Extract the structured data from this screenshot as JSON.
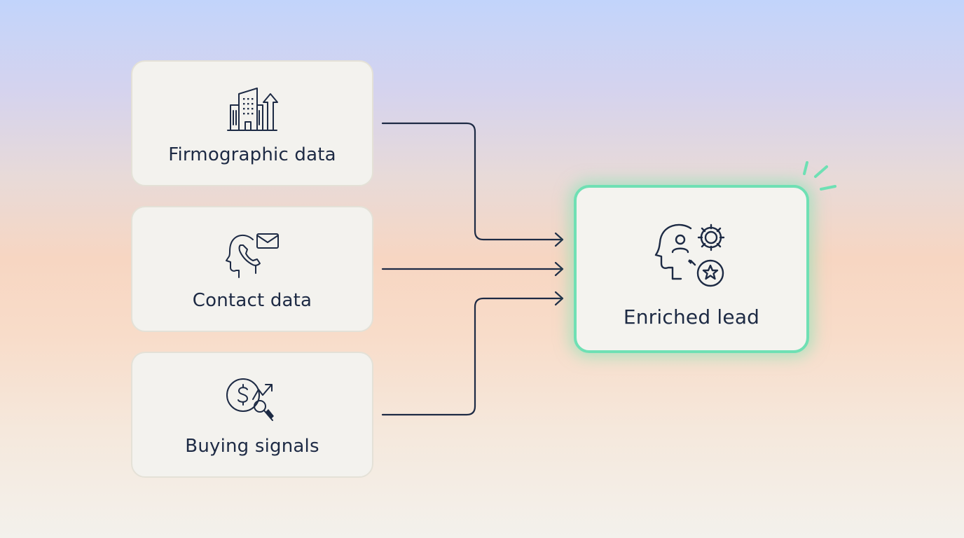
{
  "sources": [
    {
      "label": "Firmographic data",
      "icon": "building-growth-icon"
    },
    {
      "label": "Contact data",
      "icon": "head-phone-mail-icon"
    },
    {
      "label": "Buying signals",
      "icon": "dollar-trend-search-icon"
    }
  ],
  "result": {
    "label": "Enriched lead",
    "icon": "head-gear-star-icon",
    "highlight_color": "#6fe0b4"
  },
  "colors": {
    "ink": "#1d2a44",
    "card_background": "#f3f2ee",
    "card_border": "#e4e1d7",
    "accent": "#6fe0b4"
  }
}
